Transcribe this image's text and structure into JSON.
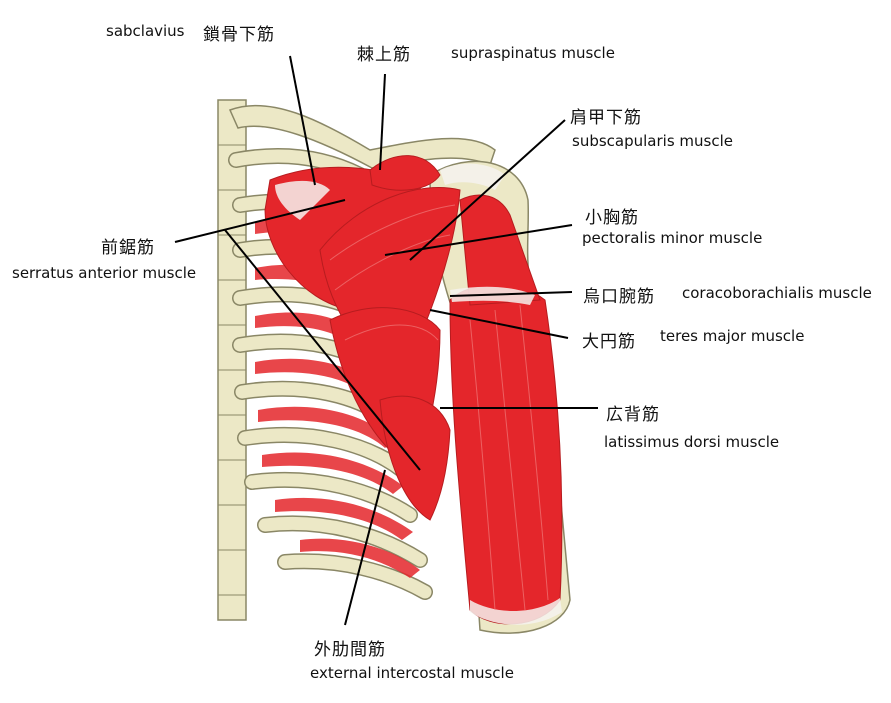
{
  "colors": {
    "muscle": "#e4262b",
    "muscle_dark": "#b71c1f",
    "muscle_light": "#f07a7a",
    "bone": "#ece8c6",
    "bone_edge": "#8a8766",
    "tendon": "#f6f2ee",
    "leader_line": "#000000"
  },
  "labels": {
    "subclavius": {
      "en": "sabclavius",
      "ja": "鎖骨下筋"
    },
    "supraspinatus": {
      "ja": "棘上筋",
      "en": "supraspinatus muscle"
    },
    "subscapularis": {
      "ja": "肩甲下筋",
      "en": "subscapularis muscle"
    },
    "serratus_anterior": {
      "ja": "前鋸筋",
      "en": "serratus anterior muscle"
    },
    "pectoralis_minor": {
      "ja": "小胸筋",
      "en": "pectoralis minor muscle"
    },
    "coracobrachialis": {
      "ja": "烏口腕筋",
      "en": "coracoborachialis muscle"
    },
    "teres_major": {
      "ja": "大円筋",
      "en": "teres major muscle"
    },
    "latissimus_dorsi": {
      "ja": "広背筋",
      "en": "latissimus dorsi muscle"
    },
    "external_intercostal": {
      "ja": "外肋間筋",
      "en": "external intercostal muscle"
    }
  }
}
